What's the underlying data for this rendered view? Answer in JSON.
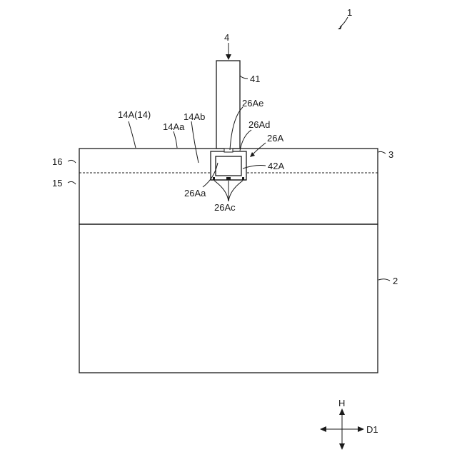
{
  "figure": {
    "labels": {
      "ref_1": "1",
      "ref_4": "4",
      "ref_41": "41",
      "ref_14A": "14A(14)",
      "ref_14Aa": "14Aa",
      "ref_14Ab": "14Ab",
      "ref_26Ae": "26Ae",
      "ref_26Ad": "26Ad",
      "ref_26A": "26A",
      "ref_3": "3",
      "ref_16": "16",
      "ref_15": "15",
      "ref_42A": "42A",
      "ref_26Aa": "26Aa",
      "ref_26Ac": "26Ac",
      "ref_2": "2"
    },
    "direction_indicator": {
      "up_label": "H",
      "right_label": "D1"
    }
  }
}
